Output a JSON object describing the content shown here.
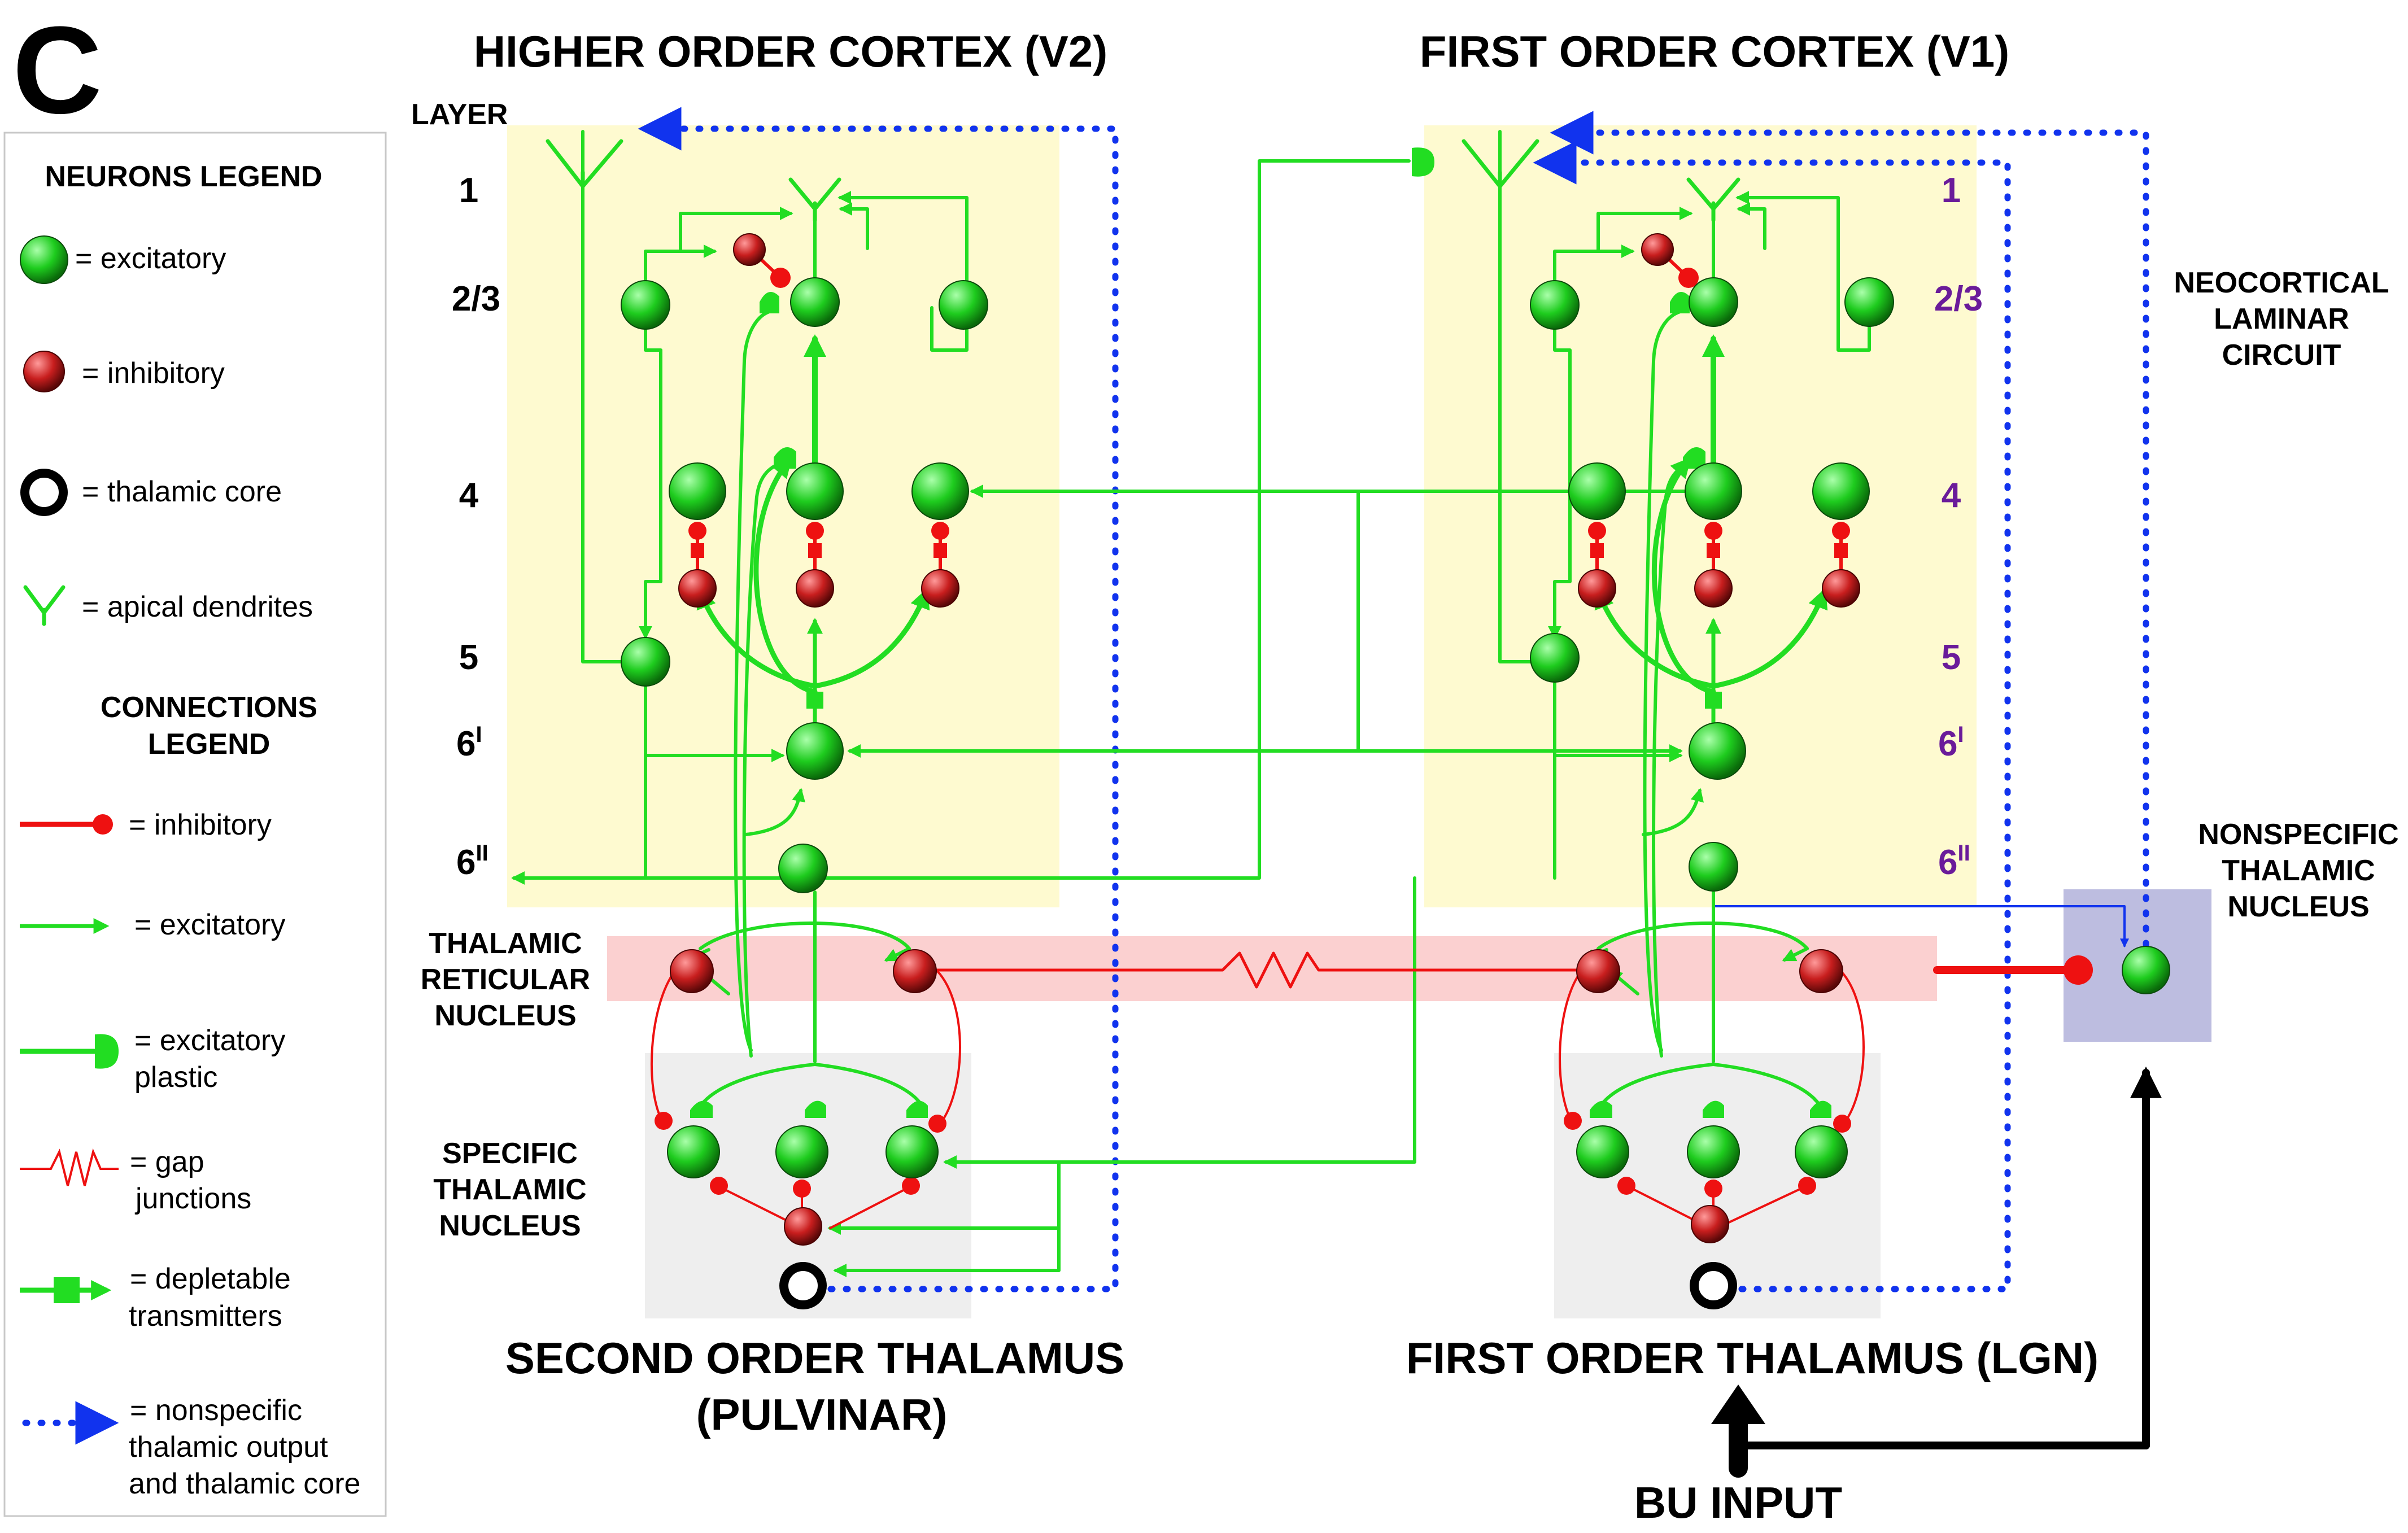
{
  "panel_letter": "C",
  "titles": {
    "higher_cortex": "HIGHER ORDER CORTEX (V2)",
    "first_cortex": "FIRST ORDER CORTEX (V1)",
    "second_thalamus_line1": "SECOND ORDER THALAMUS",
    "second_thalamus_line2": "(PULVINAR)",
    "first_thalamus": "FIRST ORDER THALAMUS (LGN)",
    "bu_input": "BU INPUT"
  },
  "layer_header": "LAYER",
  "layers": {
    "l1": "1",
    "l23": "2/3",
    "l4": "4",
    "l5": "5",
    "l6i": "6",
    "l6i_sup": "I",
    "l6ii": "6",
    "l6ii_sup": "II"
  },
  "region_labels": {
    "trn": [
      "THALAMIC",
      "RETICULAR",
      "NUCLEUS"
    ],
    "specific": [
      "SPECIFIC",
      "THALAMIC",
      "NUCLEUS"
    ],
    "neocortical": [
      "NEOCORTICAL",
      "LAMINAR",
      "CIRCUIT"
    ],
    "nonspecific": [
      "NONSPECIFIC",
      "THALAMIC",
      "NUCLEUS"
    ]
  },
  "neurons_legend": {
    "title": "NEURONS LEGEND",
    "excitatory": "= excitatory",
    "inhibitory": "= inhibitory",
    "thalamic_core": "= thalamic core",
    "apical": "= apical dendrites"
  },
  "connections_legend": {
    "title_line1": "CONNECTIONS",
    "title_line2": "LEGEND",
    "inhibitory": "= inhibitory",
    "excitatory": "= excitatory",
    "plastic_line1": "= excitatory",
    "plastic_line2": "plastic",
    "gap_line1": "= gap",
    "gap_line2": "junctions",
    "depletable_line1": "= depletable",
    "depletable_line2": "transmitters",
    "nonspecific_line1": "= nonspecific",
    "nonspecific_line2": "thalamic output",
    "nonspecific_line3": "and thalamic core"
  },
  "colors": {
    "excitatory": "#22dd22",
    "inhibitory": "#ee1111",
    "nonspecific": "#1133ee",
    "cortex_bg": "#fefad0",
    "trn_bg": "#fbd0d0",
    "thalamus_bg": "#eeeeee",
    "nonspecific_bg": "#bdbde0"
  }
}
